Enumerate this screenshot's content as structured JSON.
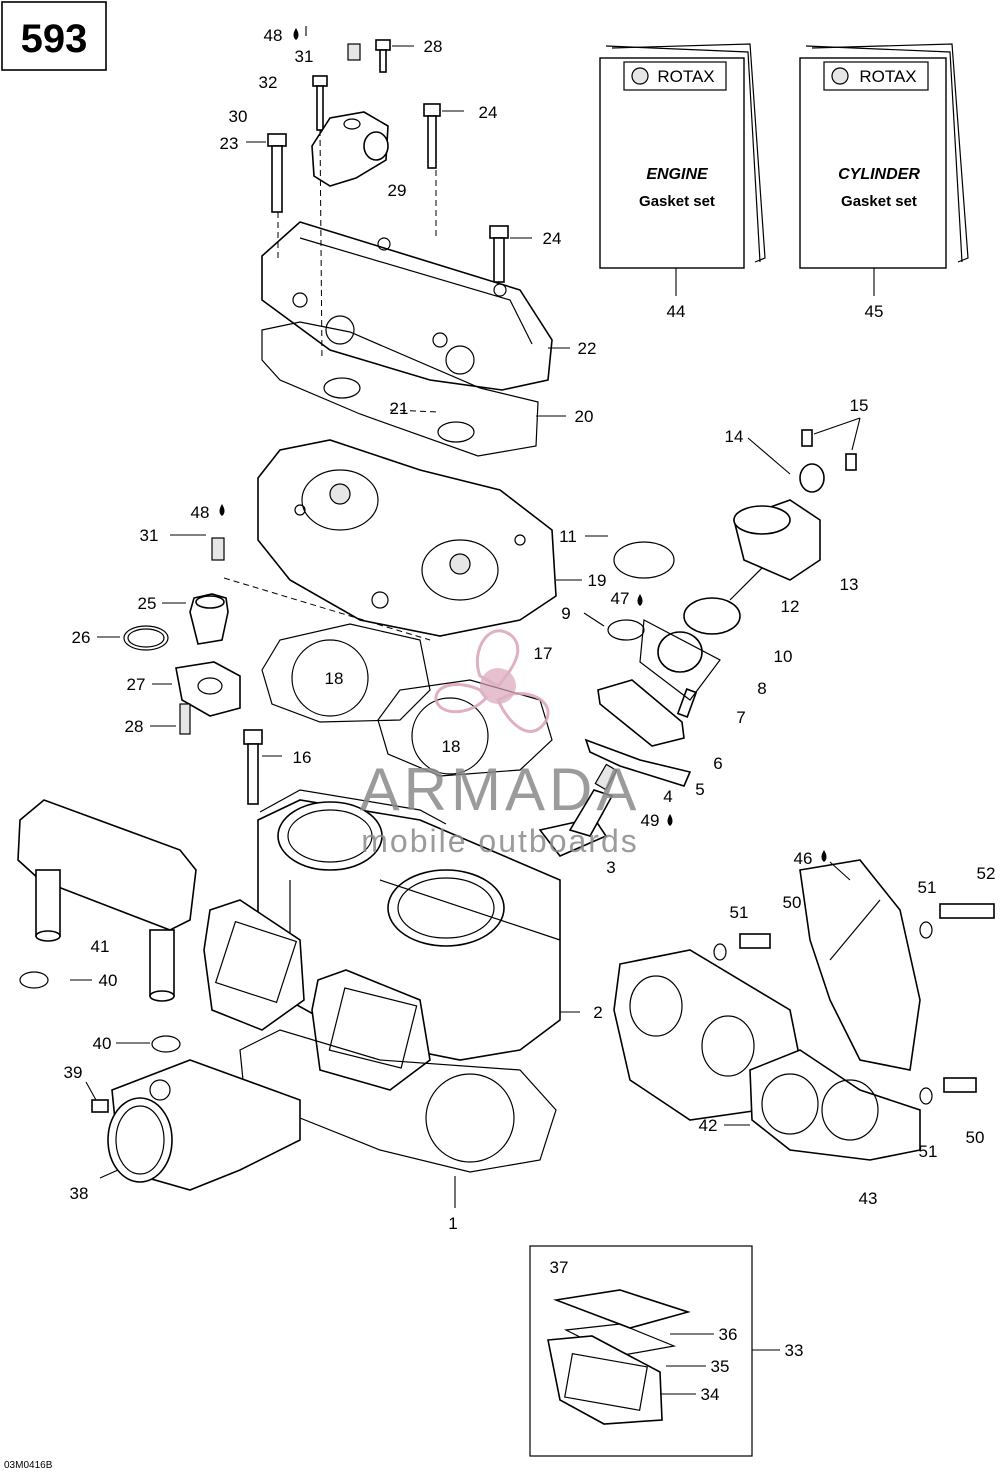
{
  "page_number": "593",
  "drawing_code": "03M0416B",
  "watermark": {
    "brand": "ARMADA",
    "tagline": "mobile outboards",
    "color": "#d9a3b8"
  },
  "gasket_sets": [
    {
      "brand": "ROTAX",
      "line1": "ENGINE",
      "line2": "Gasket set",
      "ref": "44"
    },
    {
      "brand": "ROTAX",
      "line1": "CYLINDER",
      "line2": "Gasket set",
      "ref": "45"
    }
  ],
  "callouts": {
    "c1": "1",
    "c2": "2",
    "c3": "3",
    "c4": "4",
    "c5": "5",
    "c6": "6",
    "c7": "7",
    "c8": "8",
    "c9": "9",
    "c10": "10",
    "c11": "11",
    "c12": "12",
    "c13": "13",
    "c14": "14",
    "c15": "15",
    "c16": "16",
    "c17": "17",
    "c18a": "18",
    "c18b": "18",
    "c19": "19",
    "c20": "20",
    "c21": "21",
    "c22": "22",
    "c23": "23",
    "c24a": "24",
    "c24b": "24",
    "c25": "25",
    "c26": "26",
    "c27": "27",
    "c28a": "28",
    "c28b": "28",
    "c29": "29",
    "c30": "30",
    "c31a": "31",
    "c31b": "31",
    "c32": "32",
    "c33": "33",
    "c34": "34",
    "c35": "35",
    "c36": "36",
    "c37": "37",
    "c38": "38",
    "c39": "39",
    "c40a": "40",
    "c40b": "40",
    "c41": "41",
    "c42": "42",
    "c43": "43",
    "c46": "46",
    "c47": "47",
    "c48a": "48",
    "c48b": "48",
    "c49": "49",
    "c50a": "50",
    "c50b": "50",
    "c51a": "51",
    "c51b": "51",
    "c51c": "51",
    "c52": "52"
  }
}
